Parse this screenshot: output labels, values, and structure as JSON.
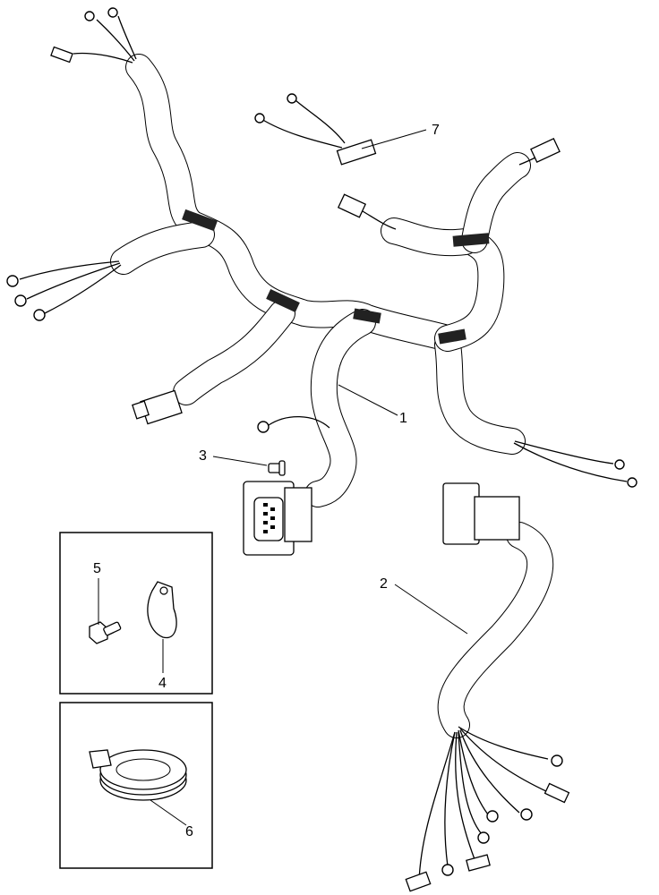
{
  "callouts": [
    {
      "id": "1",
      "label": "1"
    },
    {
      "id": "2",
      "label": "2"
    },
    {
      "id": "3",
      "label": "3"
    },
    {
      "id": "4",
      "label": "4"
    },
    {
      "id": "5",
      "label": "5"
    },
    {
      "id": "6",
      "label": "6"
    },
    {
      "id": "7",
      "label": "7"
    }
  ],
  "colors": {
    "line": "#000000",
    "background": "#ffffff",
    "tape": "#222222"
  },
  "icons": [
    "main-wiring-harness",
    "secondary-wiring-harness",
    "screw-icon",
    "p-clamp-icon",
    "bolt-icon",
    "coiled-tape-icon",
    "jumper-connector-icon"
  ]
}
